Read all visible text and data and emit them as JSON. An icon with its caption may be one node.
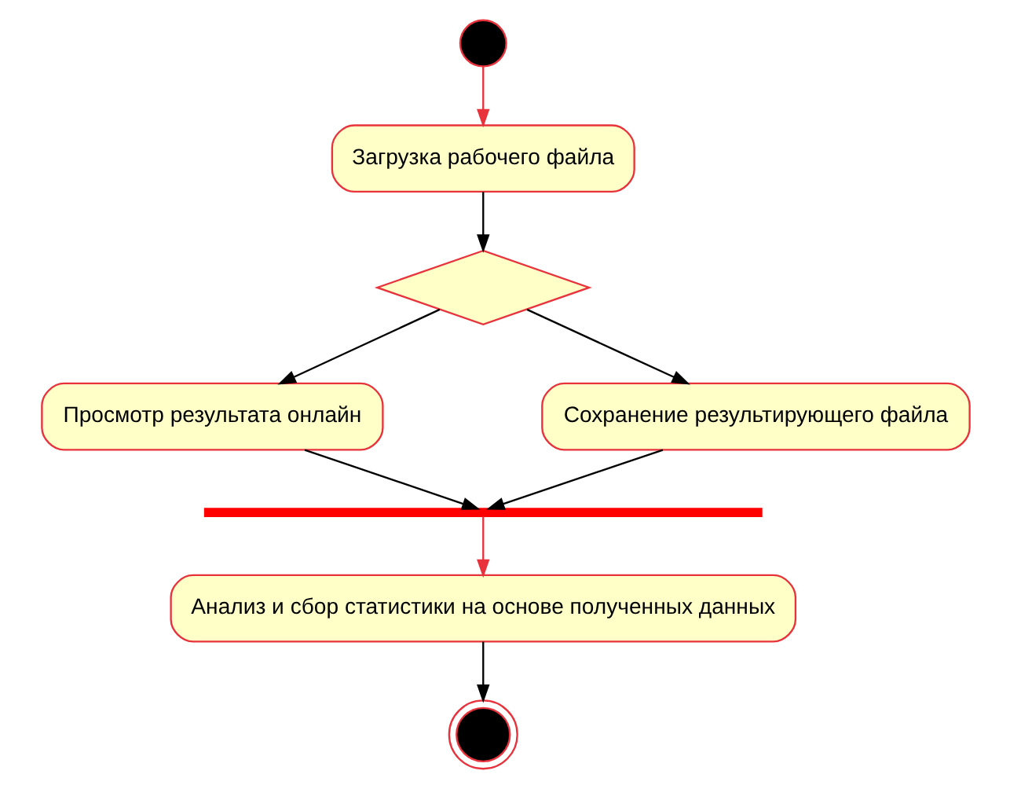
{
  "diagram": {
    "nodes": [
      {
        "text": [],
        "shape": "circle"
      },
      {
        "text": [
          "Загрузка рабочего файла"
        ]
      },
      {
        "text": [],
        "shape": "diamond"
      },
      {
        "text": [
          "Просмотр результата онлайн"
        ]
      },
      {
        "text": [
          "Сохранение результирующего файла"
        ]
      },
      {
        "text": [],
        "shape": "bar"
      },
      {
        "text": [
          "Анализ и сбор статистики на основе полученных данных"
        ]
      },
      {
        "text": [],
        "shape": "circle"
      }
    ],
    "edges": [
      {
        "from": 0,
        "to": 1,
        "arrow": "to",
        "color": "#e8323c"
      },
      {
        "from": 1,
        "to": 2,
        "arrow": "to"
      },
      {
        "from": 2,
        "to": 3,
        "arrow": "to"
      },
      {
        "from": 2,
        "to": 4,
        "arrow": "to"
      },
      {
        "from": 3,
        "to": 5,
        "arrow": "to"
      },
      {
        "from": 4,
        "to": 5,
        "arrow": "to"
      },
      {
        "from": 5,
        "to": 6,
        "arrow": "to",
        "color": "#e8323c"
      },
      {
        "from": 6,
        "to": 7,
        "arrow": "to"
      }
    ]
  }
}
